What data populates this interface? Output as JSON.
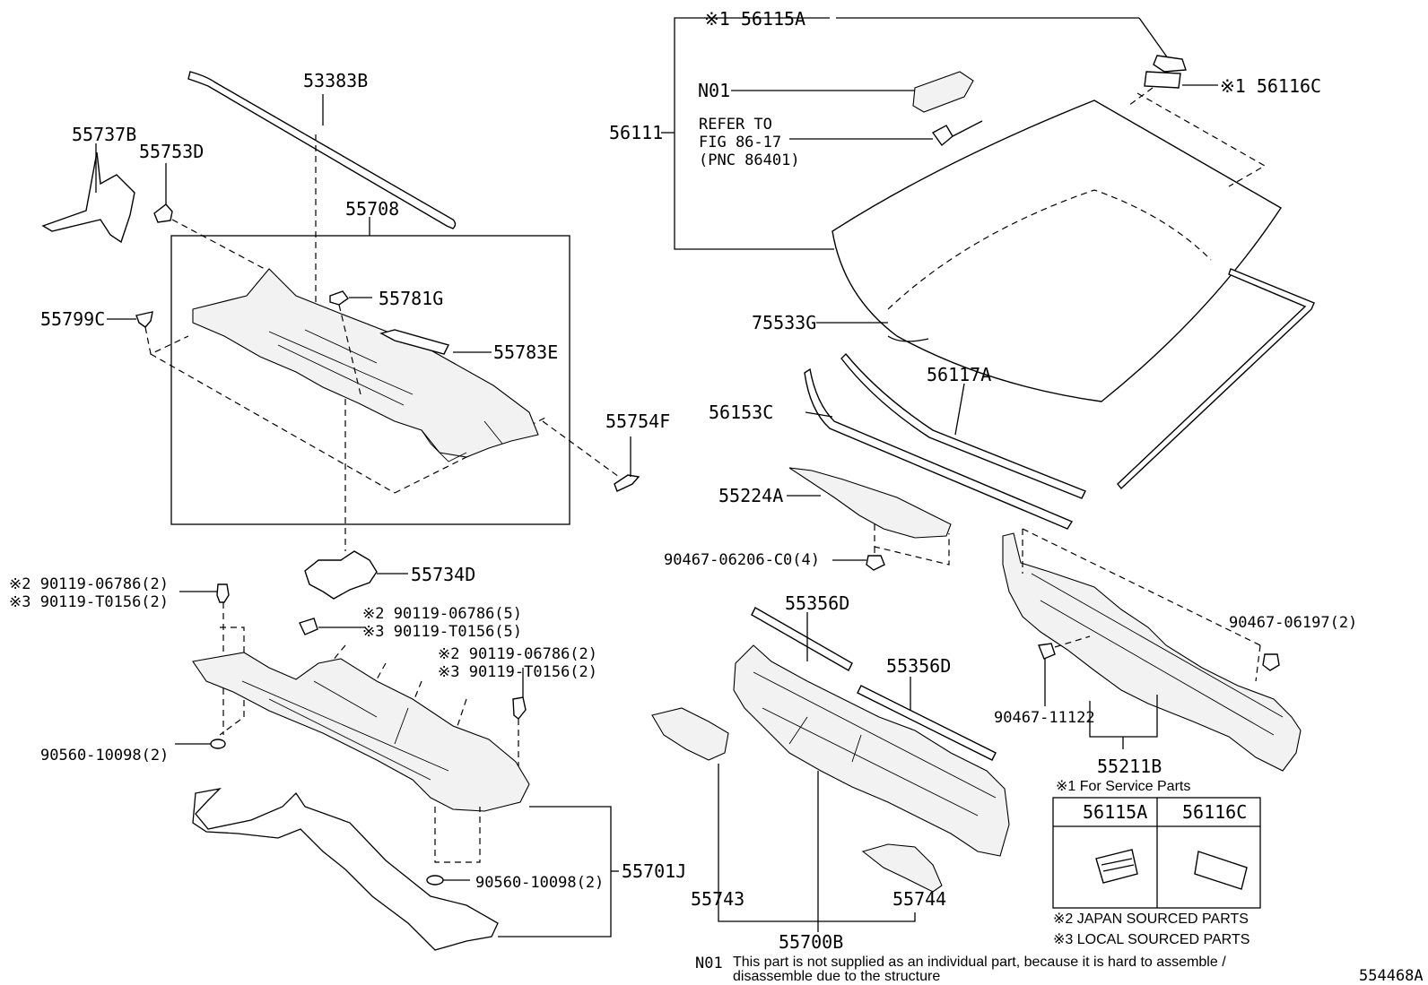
{
  "diagram_id": "554468A",
  "parts": {
    "p56115A": "※1 56115A",
    "pN01": "N01",
    "p56116C": "※1 56116C",
    "p56111": "56111",
    "refer1": "REFER TO",
    "refer2": "FIG 86-17",
    "refer3": "(PNC 86401)",
    "p53383B": "53383B",
    "p55737B": "55737B",
    "p55753D": "55753D",
    "p55708": "55708",
    "p55781G": "55781G",
    "p55799C": "55799C",
    "p55783E": "55783E",
    "p75533G": "75533G",
    "p56117A": "56117A",
    "p56153C": "56153C",
    "p55754F": "55754F",
    "p55224A": "55224A",
    "p90467_06206": "90467-06206-C0(4)",
    "p55734D": "55734D",
    "p90119_a1": "※2 90119-06786(2)",
    "p90119_a2": "※3 90119-T0156(2)",
    "p90119_b1": "※2 90119-06786(5)",
    "p90119_b2": "※3 90119-T0156(5)",
    "p90119_c1": "※2 90119-06786(2)",
    "p90119_c2": "※3 90119-T0156(2)",
    "p55356D_1": "55356D",
    "p55356D_2": "55356D",
    "p90467_06197": "90467-06197(2)",
    "p90467_11122": "90467-11122",
    "p90560_a": "90560-10098(2)",
    "p90560_b": "90560-10098(2)",
    "p55701J": "55701J",
    "p55211B": "55211B",
    "p55743": "55743",
    "p55744": "55744",
    "p55700B": "55700B"
  },
  "legend": {
    "service_note": "※1 For Service Parts",
    "col1": "56115A",
    "col2": "56116C",
    "japan": "※2 JAPAN SOURCED PARTS",
    "local": "※3 LOCAL SOURCED PARTS"
  },
  "footnote": {
    "code": "N01",
    "line1": "This part is not supplied as an individual part, because it is hard to assemble /",
    "line2": "disassemble due to the structure"
  }
}
